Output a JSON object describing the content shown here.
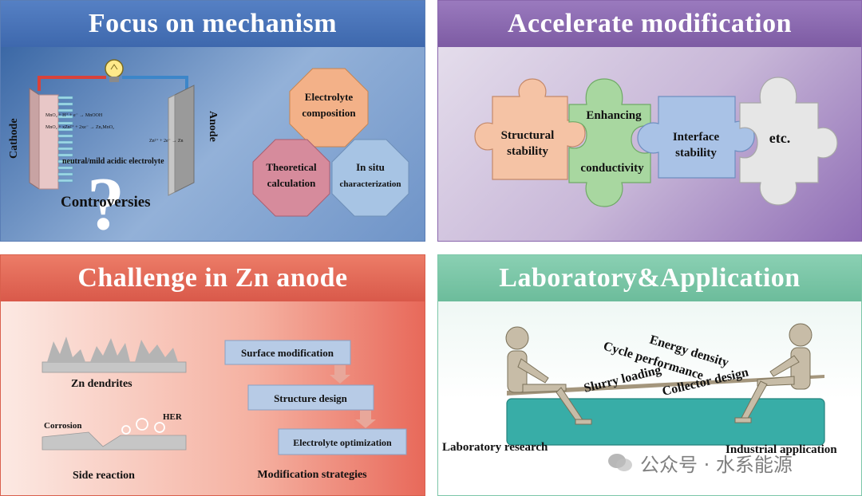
{
  "panels": {
    "mechanism": {
      "title": "Focus on mechanism",
      "cathode_label": "Cathode",
      "anode_label": "Anode",
      "reaction_1": "MnO₂ + H⁺ + e⁻ → MnOOH",
      "reaction_2": "MnO₂ + xZn²⁺ + 2xe⁻ → ZnₓMnO₂",
      "reaction_3": "Zn²⁺ + 2e⁻ → Zn",
      "electrolyte_label": "neutral/mild acidic electrolyte",
      "controversies_label": "Controversies",
      "question_mark": "?",
      "octagons": [
        {
          "line1": "Electrolyte",
          "line2": "composition",
          "color": "#f3b188"
        },
        {
          "line1": "Theoretical",
          "line2": "calculation",
          "color": "#d68b9c"
        },
        {
          "line1": "In situ",
          "line2": "characterization",
          "color": "#a7c4e4"
        }
      ]
    },
    "modification": {
      "title": "Accelerate  modification",
      "pieces": [
        {
          "line1": "Structural",
          "line2": "stability",
          "color": "#f5c3a5"
        },
        {
          "line1": "Enhancing",
          "line2": "conductivity",
          "color": "#a8d7a0"
        },
        {
          "line1": "Interface",
          "line2": "stability",
          "color": "#a9c2e6"
        },
        {
          "line1": "etc.",
          "line2": "",
          "color": "#e6e6e6"
        }
      ]
    },
    "challenge": {
      "title": "Challenge in Zn anode",
      "dendrites_label": "Zn dendrites",
      "corrosion_label": "Corrosion",
      "her_label": "HER",
      "side_reaction_label": "Side reaction",
      "strategies": [
        "Surface modification",
        "Structure design",
        "Electrolyte optimization"
      ],
      "strategies_caption": "Modification strategies"
    },
    "application": {
      "title": "Laboratory&Application",
      "terms": {
        "energy_density": "Energy density",
        "cycle_performance": "Cycle performance",
        "slurry_loading": "Slurry loading",
        "collector_design": "Collector design"
      },
      "lab_label": "Laboratory research",
      "industrial_label": "Industrial application"
    }
  },
  "watermark": {
    "text": "公众号 · 水系能源"
  },
  "colors": {
    "mechanism_header": "#4b73b8",
    "modification_header": "#8a67ad",
    "challenge_header": "#e36955",
    "application_header": "#7cc6a8"
  }
}
